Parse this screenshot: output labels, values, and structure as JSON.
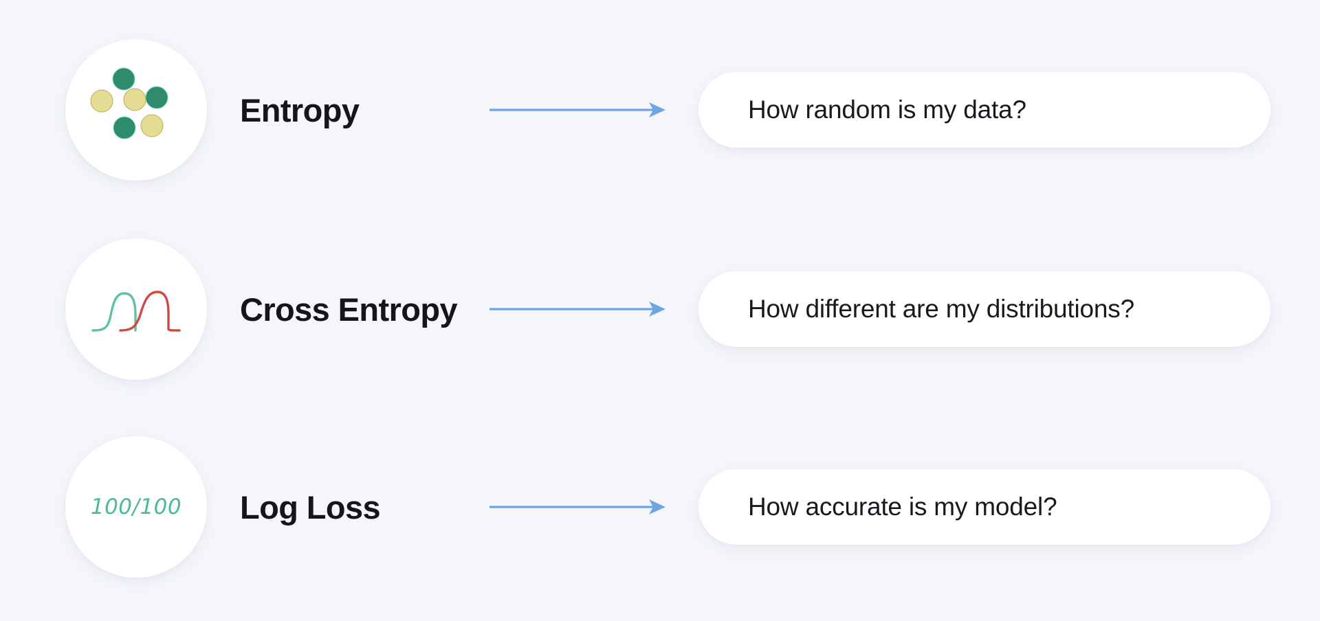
{
  "page": {
    "background_color": "#f4f6fa",
    "title": "Information theory concept map"
  },
  "theme": {
    "label_color": "#14161c",
    "pill_background": "#ffffff",
    "pill_text_color": "#17191f",
    "arrow_color": "#6da6e3",
    "badge_background": "#ffffff",
    "dot_green": "#2e8b6e",
    "dot_yellow": "#e4dc93",
    "curve_green": "#5fc3a1",
    "curve_red": "#cf4b42",
    "score_color": "#4cba95"
  },
  "rows": [
    {
      "id": "entropy",
      "icon_name": "scatter-dots-icon",
      "label": "Entropy",
      "arrow_name": "arrow-right-icon",
      "question": "How random is my data?"
    },
    {
      "id": "cross-entropy",
      "icon_name": "two-distributions-icon",
      "label": "Cross Entropy",
      "arrow_name": "arrow-right-icon",
      "question": "How different are my distributions?"
    },
    {
      "id": "log-loss",
      "icon_name": "score-fraction-icon",
      "label": "Log Loss",
      "arrow_name": "arrow-right-icon",
      "question": "How accurate is my model?",
      "score_value": "100/100"
    }
  ]
}
